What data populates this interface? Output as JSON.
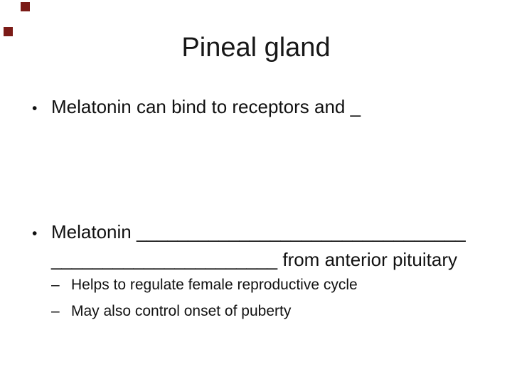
{
  "slide": {
    "background": "#ffffff",
    "text_color": "#111111",
    "decor_color": "#7b1b17",
    "title": "Pineal gland",
    "bullet1": {
      "marker": "•",
      "text": "Melatonin can bind to receptors and _"
    },
    "bullet2": {
      "marker": "•",
      "line1": "Melatonin ________________________________",
      "line2": "______________________ from anterior pituitary"
    },
    "sub_bullets": [
      {
        "marker": "–",
        "text": "Helps to regulate female reproductive cycle"
      },
      {
        "marker": "–",
        "text": "May also control onset of puberty"
      }
    ]
  }
}
